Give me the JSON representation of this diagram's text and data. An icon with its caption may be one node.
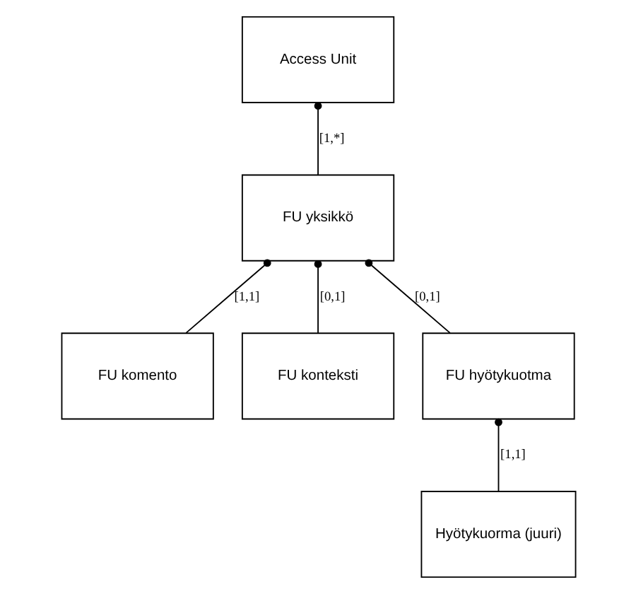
{
  "diagram": {
    "nodes": [
      {
        "text": [
          "Access Unit"
        ]
      },
      {
        "text": [
          "FU yksikkö"
        ]
      },
      {
        "text": [
          "FU komento"
        ]
      },
      {
        "text": [
          "FU konteksti"
        ]
      },
      {
        "text": [
          "FU hyötykuotma"
        ]
      },
      {
        "text": [
          "Hyötykuorma (juuri)"
        ]
      }
    ],
    "edges": [
      {
        "from": 0,
        "to": 1,
        "arrow": "other",
        "label": "[1,*]"
      },
      {
        "from": 1,
        "to": 2,
        "arrow": "other",
        "label": "[1,1]"
      },
      {
        "from": 1,
        "to": 3,
        "arrow": "other",
        "label": "[0,1]"
      },
      {
        "from": 1,
        "to": 4,
        "arrow": "other",
        "label": "[0,1]"
      },
      {
        "from": 4,
        "to": 5,
        "arrow": "other",
        "label": "[1,1]"
      }
    ]
  }
}
